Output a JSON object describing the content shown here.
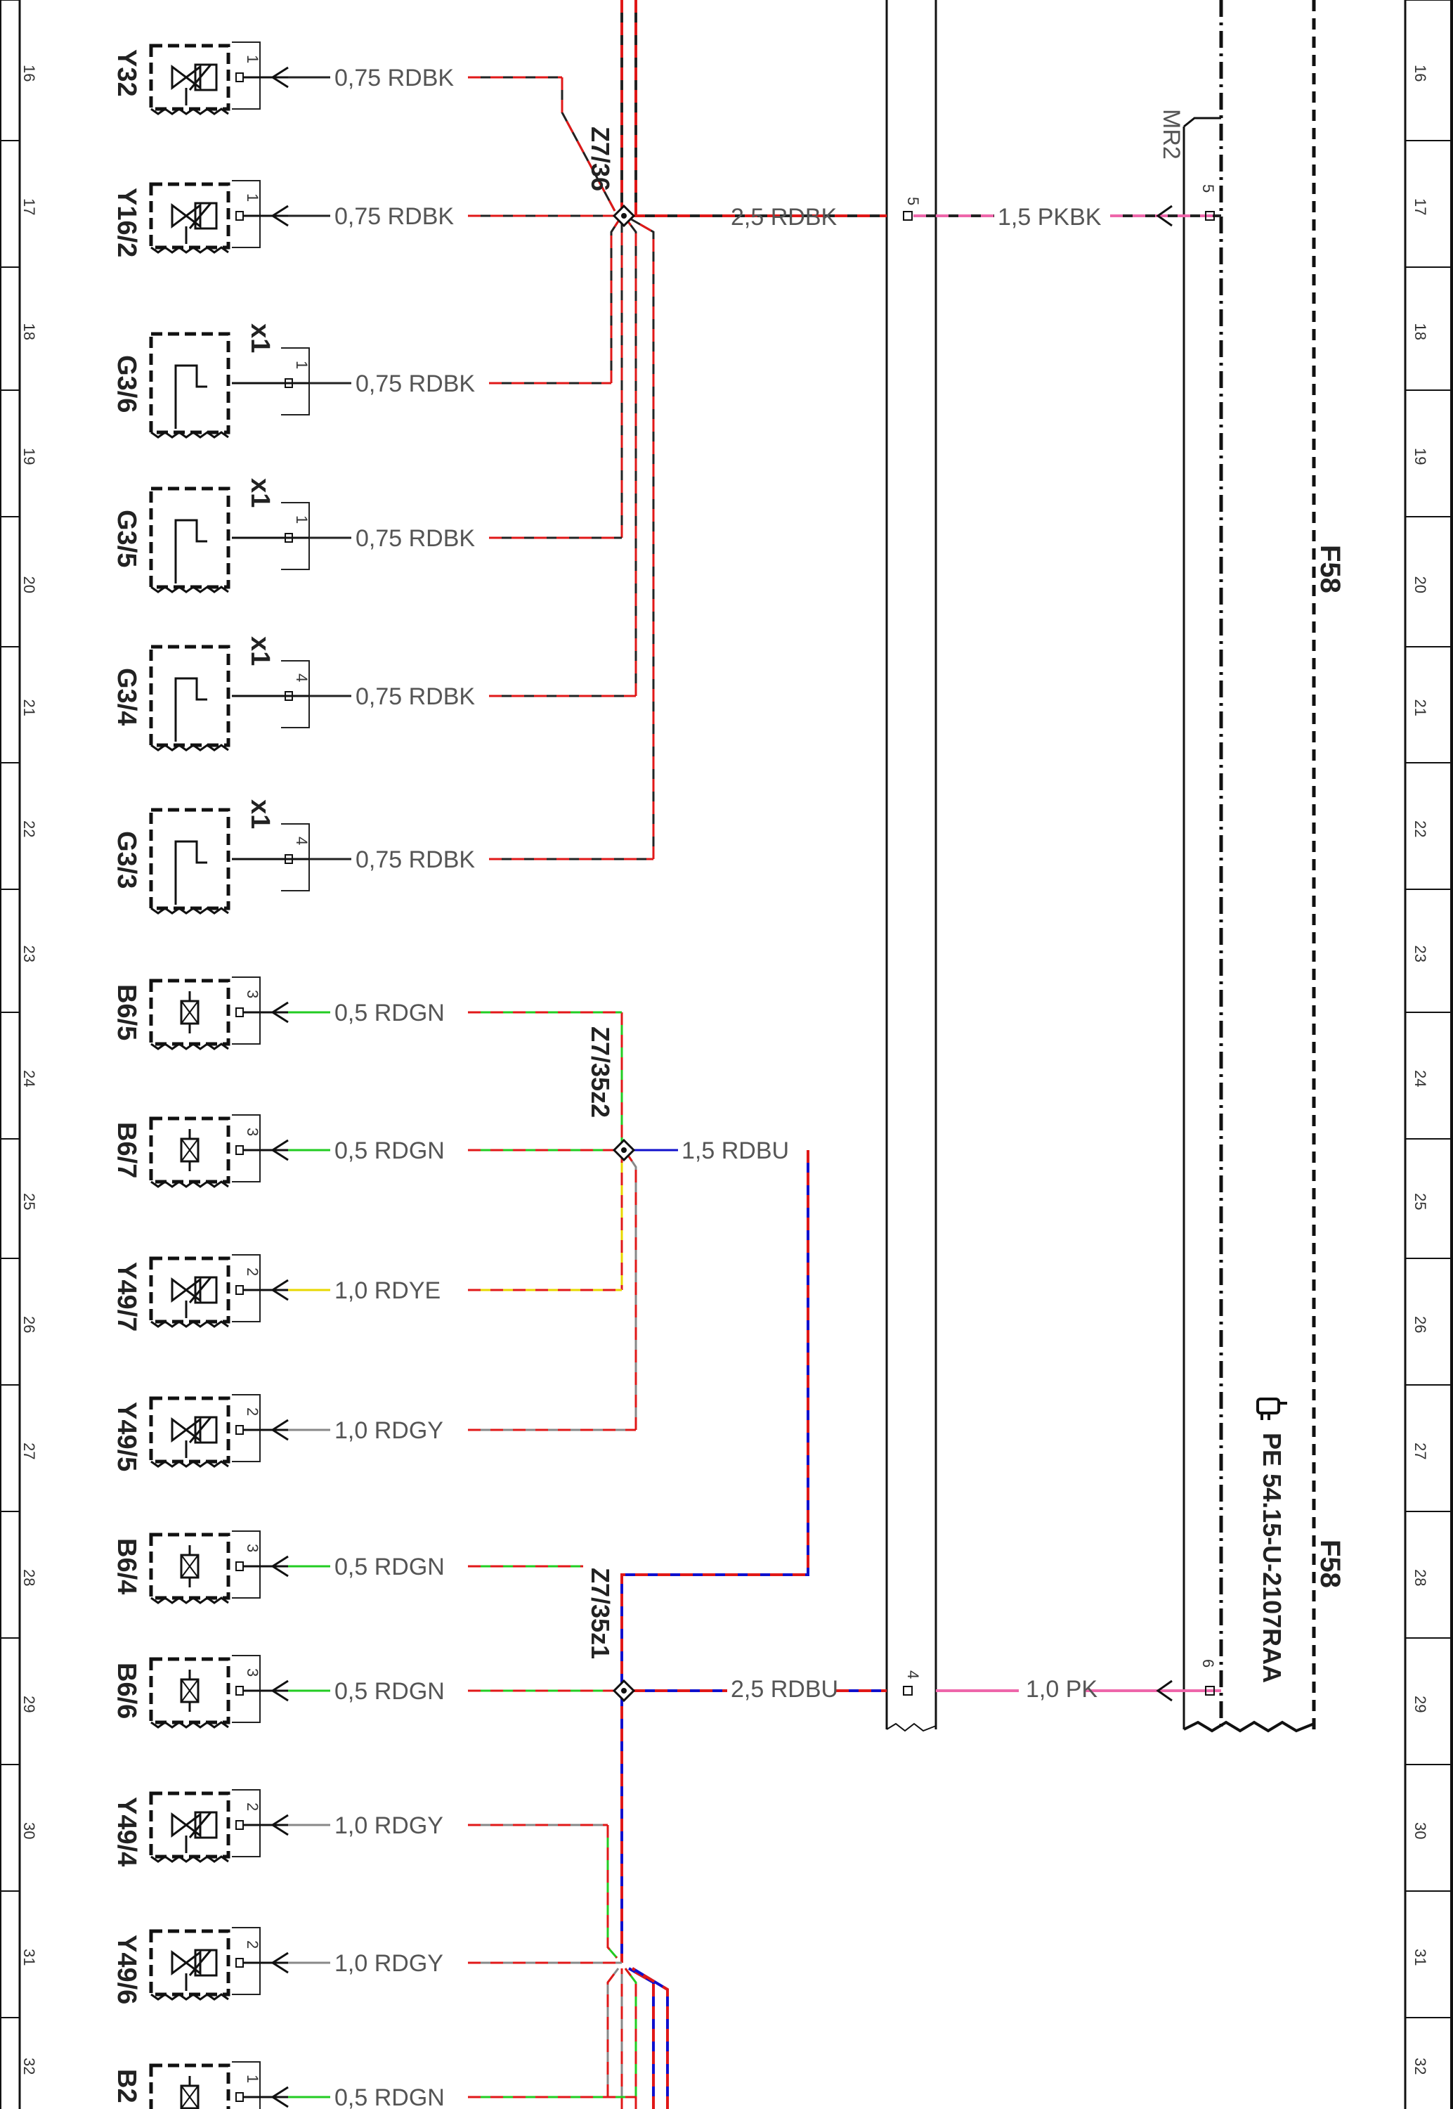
{
  "colors": {
    "RD": "#e01818",
    "BK": "#222222",
    "GN": "#22cc22",
    "BU": "#1010cc",
    "YE": "#e8d800",
    "GY": "#888888",
    "PK": "#ee66aa"
  },
  "rows": [
    "16",
    "17",
    "18",
    "19",
    "20",
    "21",
    "22",
    "23",
    "24",
    "25",
    "26",
    "27",
    "28",
    "29",
    "30",
    "31",
    "32"
  ],
  "components": [
    {
      "id": "Y32",
      "type": "solenoid",
      "pin": "1"
    },
    {
      "id": "Y16/2",
      "type": "solenoid",
      "pin": "1"
    },
    {
      "id": "G3/6",
      "type": "sensor",
      "pin": "1",
      "conn": "x1"
    },
    {
      "id": "G3/5",
      "type": "sensor",
      "pin": "1",
      "conn": "x1"
    },
    {
      "id": "G3/4",
      "type": "sensor",
      "pin": "4",
      "conn": "x1"
    },
    {
      "id": "G3/3",
      "type": "sensor",
      "pin": "4",
      "conn": "x1"
    },
    {
      "id": "B6/5",
      "type": "hall",
      "pin": "3"
    },
    {
      "id": "B6/7",
      "type": "hall",
      "pin": "3"
    },
    {
      "id": "Y49/7",
      "type": "solenoid",
      "pin": "2"
    },
    {
      "id": "Y49/5",
      "type": "solenoid",
      "pin": "2"
    },
    {
      "id": "B6/4",
      "type": "hall",
      "pin": "3"
    },
    {
      "id": "B6/6",
      "type": "hall",
      "pin": "3"
    },
    {
      "id": "Y49/4",
      "type": "solenoid",
      "pin": "2"
    },
    {
      "id": "Y49/6",
      "type": "solenoid",
      "pin": "2"
    },
    {
      "id": "B2",
      "type": "hall",
      "pin": "1"
    }
  ],
  "wires": [
    {
      "label": "0,75 RDBK",
      "colors": [
        "RD",
        "BK"
      ]
    },
    {
      "label": "0,75 RDBK",
      "colors": [
        "RD",
        "BK"
      ]
    },
    {
      "label": "0,75 RDBK",
      "colors": [
        "RD",
        "BK"
      ]
    },
    {
      "label": "0,75 RDBK",
      "colors": [
        "RD",
        "BK"
      ]
    },
    {
      "label": "0,75 RDBK",
      "colors": [
        "RD",
        "BK"
      ]
    },
    {
      "label": "0,75 RDBK",
      "colors": [
        "RD",
        "BK"
      ]
    },
    {
      "label": "0,5 RDGN",
      "colors": [
        "RD",
        "GN"
      ]
    },
    {
      "label": "0,5 RDGN",
      "colors": [
        "RD",
        "GN"
      ]
    },
    {
      "label": "1,0 RDYE",
      "colors": [
        "RD",
        "YE"
      ]
    },
    {
      "label": "1,0 RDGY",
      "colors": [
        "RD",
        "GY"
      ]
    },
    {
      "label": "0,5 RDGN",
      "colors": [
        "RD",
        "GN"
      ]
    },
    {
      "label": "0,5 RDGN",
      "colors": [
        "RD",
        "GN"
      ]
    },
    {
      "label": "1,0 RDGY",
      "colors": [
        "RD",
        "GY"
      ]
    },
    {
      "label": "1,0 RDGY",
      "colors": [
        "RD",
        "GY"
      ]
    },
    {
      "label": "0,5 RDGN",
      "colors": [
        "RD",
        "GN"
      ]
    }
  ],
  "splices": {
    "z736": "Z7/36",
    "z735z2": "Z7/35z2",
    "z735z1": "Z7/35z1"
  },
  "trunk_wires": {
    "z736_out": "2,5 RDBK",
    "z735z2_out": "1,5 RDBU",
    "z735z1_out": "2,5 RDBU",
    "f58_pin5": "1,5 PKBK",
    "f58_pin6": "1,0 PK"
  },
  "pins": {
    "mid5": "5",
    "mid4": "4",
    "f58_5": "5",
    "f58_6": "6"
  },
  "fuse_box": {
    "name": "F58",
    "name2": "F58",
    "mr2": "MR2",
    "reference": "PE 54.15-U-2107RAA",
    "ref_icon": "hand-pointer-icon"
  }
}
